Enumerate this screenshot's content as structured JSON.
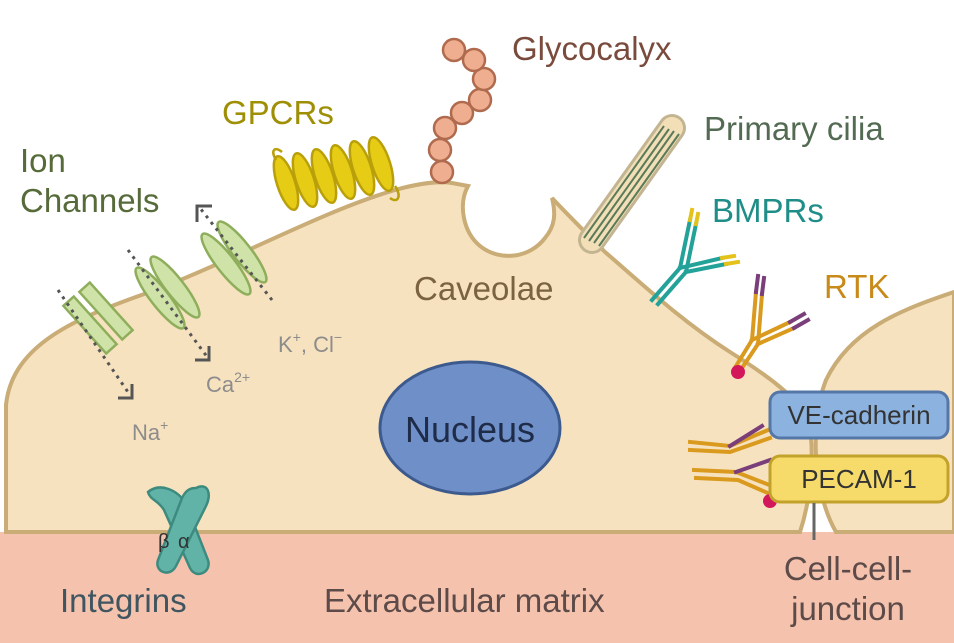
{
  "labels": {
    "glycocalyx": "Glycocalyx",
    "gpcrs": "GPCRs",
    "ion_line1": "Ion",
    "ion_line2": "Channels",
    "primary_cilia": "Primary cilia",
    "bmprs": "BMPRs",
    "rtk": "RTK",
    "caveolae": "Caveolae",
    "nucleus": "Nucleus",
    "ve_cadherin": "VE-cadherin",
    "pecam": "PECAM-1",
    "junction_line1": "Cell-cell-",
    "junction_line2": "junction",
    "integrins": "Integrins",
    "ecm": "Extracellular matrix",
    "beta": "β",
    "alpha": "α"
  },
  "ions": {
    "na": "Na",
    "na_charge": "+",
    "ca": "Ca",
    "ca_charge": "2+",
    "k_cl": "K",
    "k_charge": "+",
    "cl_part": ", Cl",
    "cl_charge": "−"
  },
  "colors": {
    "cell_fill": "#f7e2bf",
    "cell_stroke": "#c9ac76",
    "ecm": "#f5c2ae",
    "glycocalyx": "#f0ae90",
    "gpcr": "#e6cc14",
    "ion_channel": "#cfe3a8",
    "cilia": "#5a7a58",
    "bmpr_teal": "#23a29a",
    "bmpr_yellow": "#e4c21a",
    "rtk_orange": "#d99a1e",
    "rtk_purple": "#7a3e7a",
    "nucleus": "#6f8fc8",
    "ve_cadherin": "#8cb2df",
    "pecam": "#f6db6a",
    "integrin": "#62b3a7",
    "dot": "#d2185a"
  }
}
